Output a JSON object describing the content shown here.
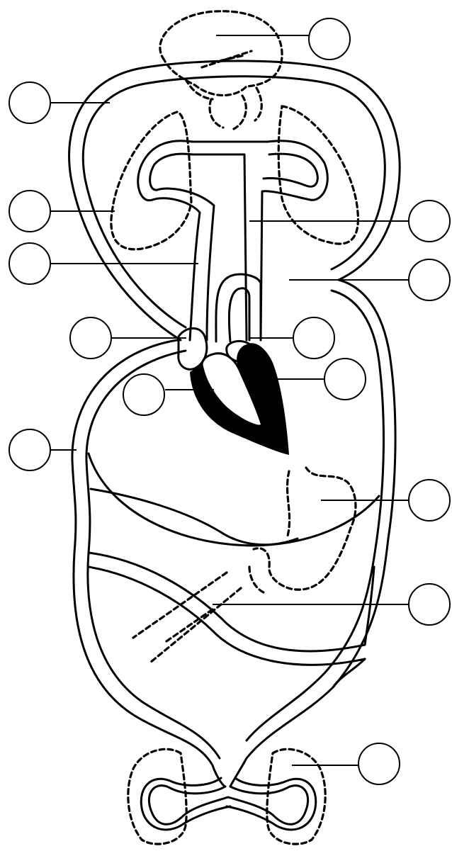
{
  "diagram": {
    "labels": [
      {
        "id": "brain",
        "text": ""
      },
      {
        "id": "head-loop",
        "text": ""
      },
      {
        "id": "lung-left",
        "text": ""
      },
      {
        "id": "pulmonary-artery",
        "text": ""
      },
      {
        "id": "aorta-arch",
        "text": ""
      },
      {
        "id": "aorta",
        "text": ""
      },
      {
        "id": "right-atrium",
        "text": ""
      },
      {
        "id": "left-atrium",
        "text": ""
      },
      {
        "id": "right-ventricle",
        "text": ""
      },
      {
        "id": "left-ventricle",
        "text": ""
      },
      {
        "id": "body-loop",
        "text": ""
      },
      {
        "id": "liver",
        "text": ""
      },
      {
        "id": "intestine",
        "text": ""
      },
      {
        "id": "kidney",
        "text": ""
      }
    ]
  }
}
